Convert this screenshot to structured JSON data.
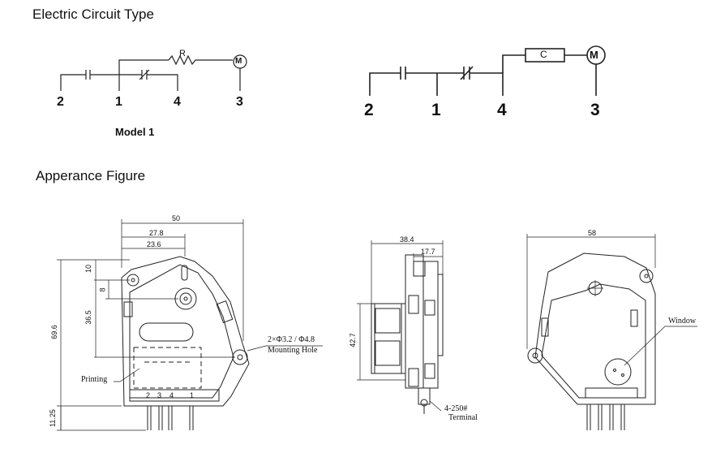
{
  "headings": {
    "circuit": "Electric Circuit Type",
    "appearance": "Apperance Figure"
  },
  "circuit1": {
    "caption": "Model  1",
    "resistor_label": "R",
    "motor_label": "M",
    "terminals": [
      "2",
      "1",
      "4",
      "3"
    ]
  },
  "circuit2": {
    "capacitor_box_label": "C",
    "motor_label": "M",
    "terminals": [
      "2",
      "1",
      "4",
      "3"
    ]
  },
  "front_view": {
    "dim_width": "50",
    "dim_27_8": "27.8",
    "dim_23_6": "23.6",
    "dim_10": "10",
    "dim_8": "8",
    "dim_36_5": "36.5",
    "dim_69_6": "69.6",
    "dim_11_25": "11.25",
    "mounting_hole_spec": "2×Φ3.2 / Φ4.8",
    "mounting_hole_label": "Mounting Hole",
    "printing_label": "Printing",
    "terminal_numbers": [
      "2",
      "3",
      "4",
      "1"
    ]
  },
  "side_view": {
    "dim_38_4": "38.4",
    "dim_17_7": "17.7",
    "dim_42_7": "42.7",
    "terminal_spec": "4-250#",
    "terminal_label": "Terminal"
  },
  "back_view": {
    "dim_58": "58",
    "window_label": "Window"
  }
}
